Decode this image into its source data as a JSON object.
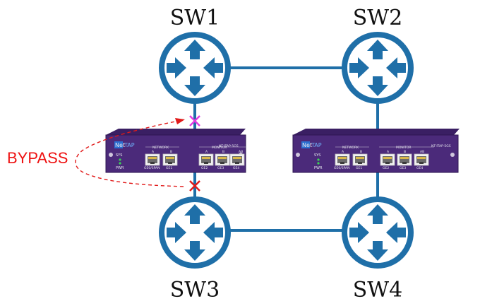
{
  "switches": {
    "sw1": {
      "label": "SW1"
    },
    "sw2": {
      "label": "SW2"
    },
    "sw3": {
      "label": "SW3"
    },
    "sw4": {
      "label": "SW4"
    }
  },
  "bypass": {
    "label": "BYPASS",
    "color": "#e11a1a"
  },
  "colors": {
    "router": "#1f6fa8",
    "link": "#1f6fa8",
    "tap_body": "#4b2a7a",
    "tap_face": "#5b3592",
    "x_top": "#e23be3",
    "x_bottom": "#e11a1a"
  },
  "taps": [
    {
      "brand": "Net",
      "brand_highlight": "TAP",
      "model": "NT-ITAP-5GS",
      "sys": "SYS",
      "pwr": "PWR",
      "network_label": "NETWORK",
      "monitor_label": "MONITOR",
      "net_ports": [
        {
          "top": "A",
          "bottom": "GE0/SPAN"
        },
        {
          "top": "B",
          "bottom": "GE1"
        }
      ],
      "mon_ports": [
        {
          "top": "A",
          "bottom": "GE2"
        },
        {
          "top": "B",
          "bottom": "GE3"
        },
        {
          "top": "AB",
          "bottom": "GE4"
        }
      ]
    },
    {
      "brand": "Net",
      "brand_highlight": "TAP",
      "model": "NT-ITAP-5GS",
      "sys": "SYS",
      "pwr": "PWR",
      "network_label": "NETWORK",
      "monitor_label": "MONITOR",
      "net_ports": [
        {
          "top": "A",
          "bottom": "GE0/SPAN"
        },
        {
          "top": "B",
          "bottom": "GE1"
        }
      ],
      "mon_ports": [
        {
          "top": "A",
          "bottom": "GE2"
        },
        {
          "top": "B",
          "bottom": "GE3"
        },
        {
          "top": "AB",
          "bottom": "GE4"
        }
      ]
    }
  ]
}
